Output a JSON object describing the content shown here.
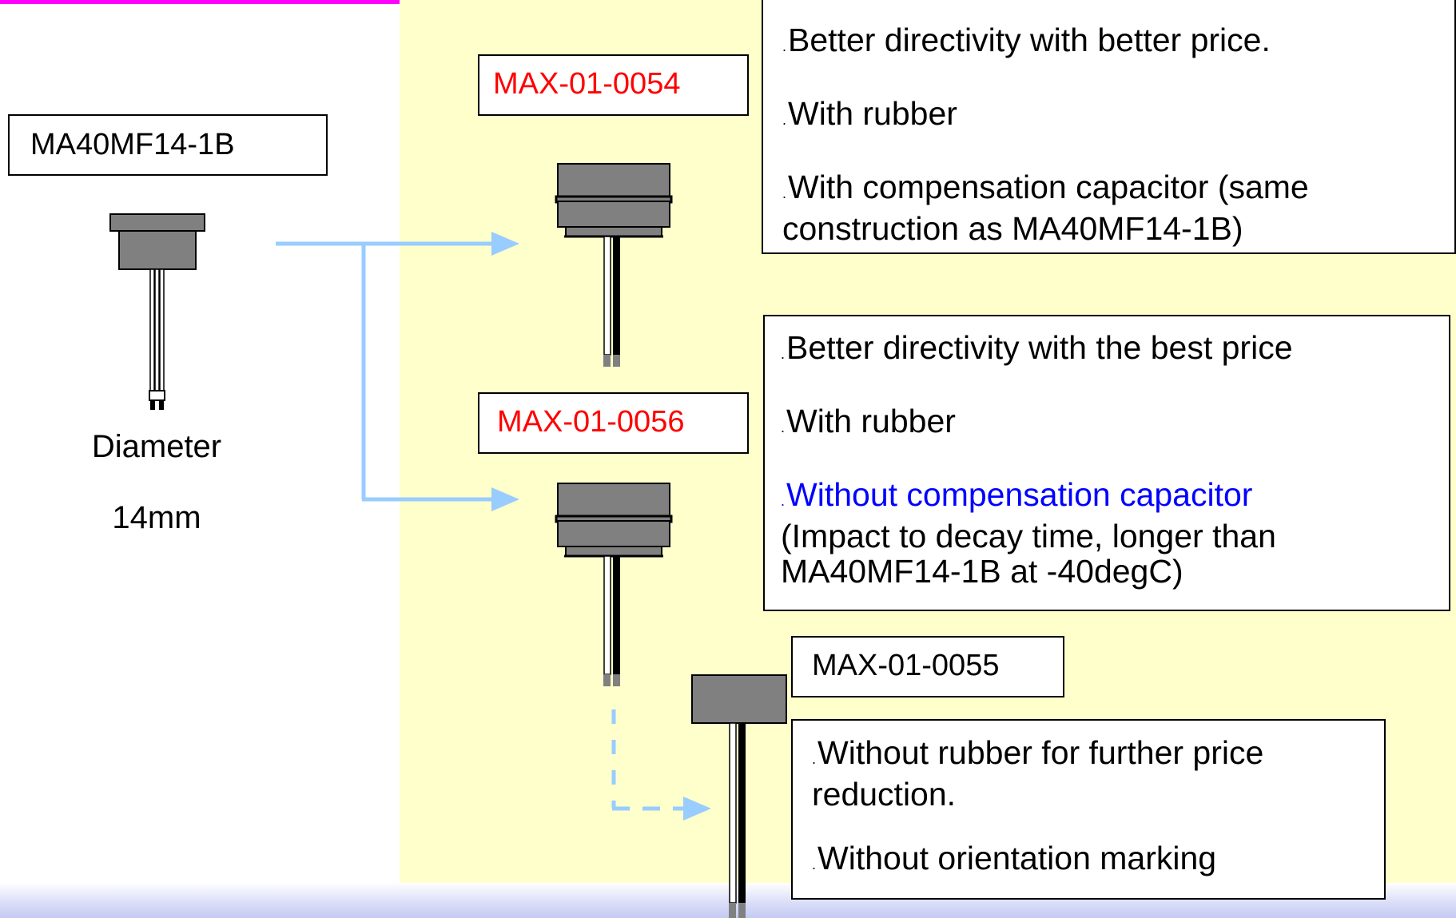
{
  "source": {
    "part_number": "MA40MF14-1B",
    "diameter_label": "Diameter",
    "diameter_value": "14mm"
  },
  "variants": [
    {
      "part_number": "MAX-01-0054",
      "part_color": "#ff0000",
      "features": [
        {
          "bullet": ".",
          "text": "Better directivity with better price."
        },
        {
          "bullet": ".",
          "text": "With rubber"
        },
        {
          "bullet": ".",
          "text": "With compensation capacitor  (same construction as MA40MF14-1B)"
        }
      ]
    },
    {
      "part_number": "MAX-01-0056",
      "part_color": "#ff0000",
      "features": [
        {
          "bullet": ".",
          "text": "Better directivity with the best price"
        },
        {
          "bullet": ".",
          "text": "With rubber"
        },
        {
          "bullet": ".",
          "highlight": "Without compensation capacitor",
          "text": "(Impact to decay time, longer than MA40MF14-1B at -40degC)"
        }
      ]
    },
    {
      "part_number": "MAX-01-0055",
      "part_color": "#000000",
      "features": [
        {
          "bullet": ".",
          "text": "Without rubber for further price reduction."
        },
        {
          "bullet": ".",
          "text": "Without orientation marking"
        }
      ]
    }
  ],
  "colors": {
    "accent_line": "#ff00ff",
    "panel": "#ffffcc",
    "arrow": "#99ccff",
    "sensor_body": "#808080",
    "highlight_text": "#0000ff"
  }
}
